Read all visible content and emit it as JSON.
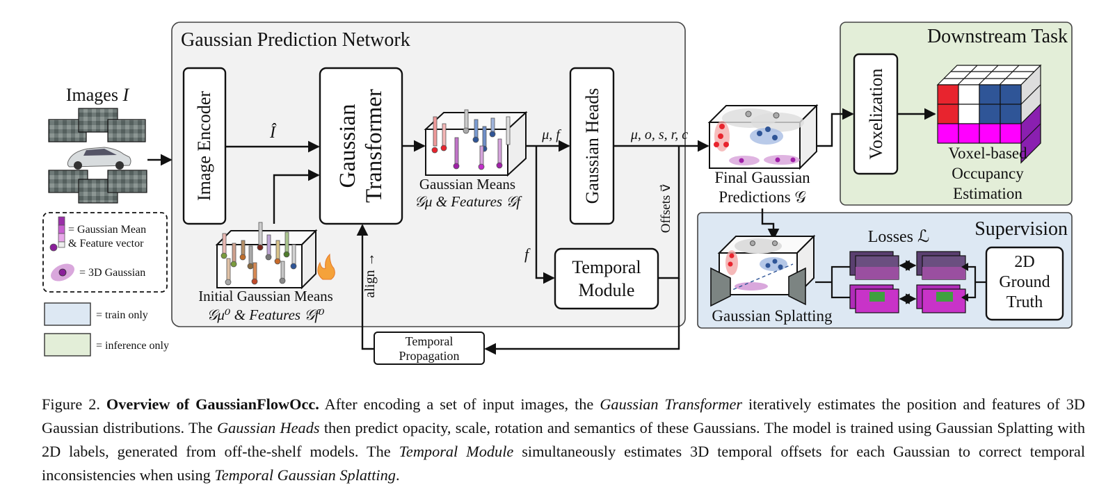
{
  "diagram": {
    "images_label": "Images",
    "images_symbol": "I",
    "network_title": "Gaussian Prediction Network",
    "image_encoder": "Image Encoder",
    "encoded_symbol": "Î",
    "gaussian_transformer_line1": "Gaussian",
    "gaussian_transformer_line2": "Transformer",
    "gaussian_means_line1": "Gaussian Means",
    "gaussian_means_line2": "𝒢μ & Features 𝒢f",
    "mu_f_label": "μ, f",
    "gaussian_heads": "Gaussian Heads",
    "heads_output_label": "μ, o, s, r, c",
    "f_label": "f",
    "temporal_module_line1": "Temporal",
    "temporal_module_line2": "Module",
    "offsets_label": "Offsets v⃗",
    "align_label": "align →",
    "initial_means_line1": "Initial Gaussian Means",
    "initial_means_line2": "𝒢μ⁰ & Features 𝒢f⁰",
    "temporal_propagation_line1": "Temporal",
    "temporal_propagation_line2": "Propagation",
    "final_predictions_line1": "Final Gaussian",
    "final_predictions_line2": "Predictions 𝒢",
    "downstream_title": "Downstream Task",
    "voxelization": "Voxelization",
    "occupancy_line1": "Voxel-based",
    "occupancy_line2": "Occupancy",
    "occupancy_line3": "Estimation",
    "supervision_title": "Supervision",
    "losses_label": "Losses ℒ",
    "gaussian_splatting": "Gaussian Splatting",
    "ground_truth_line1": "2D",
    "ground_truth_line2": "Ground",
    "ground_truth_line3": "Truth"
  },
  "legend": {
    "mean_feature_line1": "= Gaussian Mean",
    "mean_feature_line2": "& Feature vector",
    "gaussian_3d": "= 3D Gaussian",
    "train_only": "= train only",
    "inference_only": "= inference only"
  },
  "caption": {
    "figure_label": "Figure 2.",
    "title": "Overview of GaussianFlowOcc.",
    "t1": "After encoding a set of input images, the",
    "e1": "Gaussian Transformer",
    "t2": "iteratively estimates the position and features of 3D Gaussian distributions. The",
    "e2": "Gaussian Heads",
    "t3": "then predict opacity, scale, rotation and semantics of these Gaussians. The model is trained using Gaussian Splatting with 2D labels, generated from off-the-shelf models. The",
    "e3": "Temporal Module",
    "t4": "simultaneously estimates 3D temporal offsets for each Gaussian to correct temporal inconsistencies when using",
    "e4": "Temporal Gaussian Splatting",
    "t5": "."
  },
  "colors": {
    "network_bg": "#f2f2f2",
    "downstream_bg": "#e3eed8",
    "supervision_bg": "#dde8f3",
    "red": "#e8242e",
    "blue": "#2f5597",
    "magenta": "#ff00ff",
    "purple": "#7a1f9a",
    "gaussian_pink": "#d9a7dc"
  },
  "icons": [
    "car-icon",
    "camera-image-icon",
    "flame-icon",
    "camera-frustum-icon"
  ]
}
